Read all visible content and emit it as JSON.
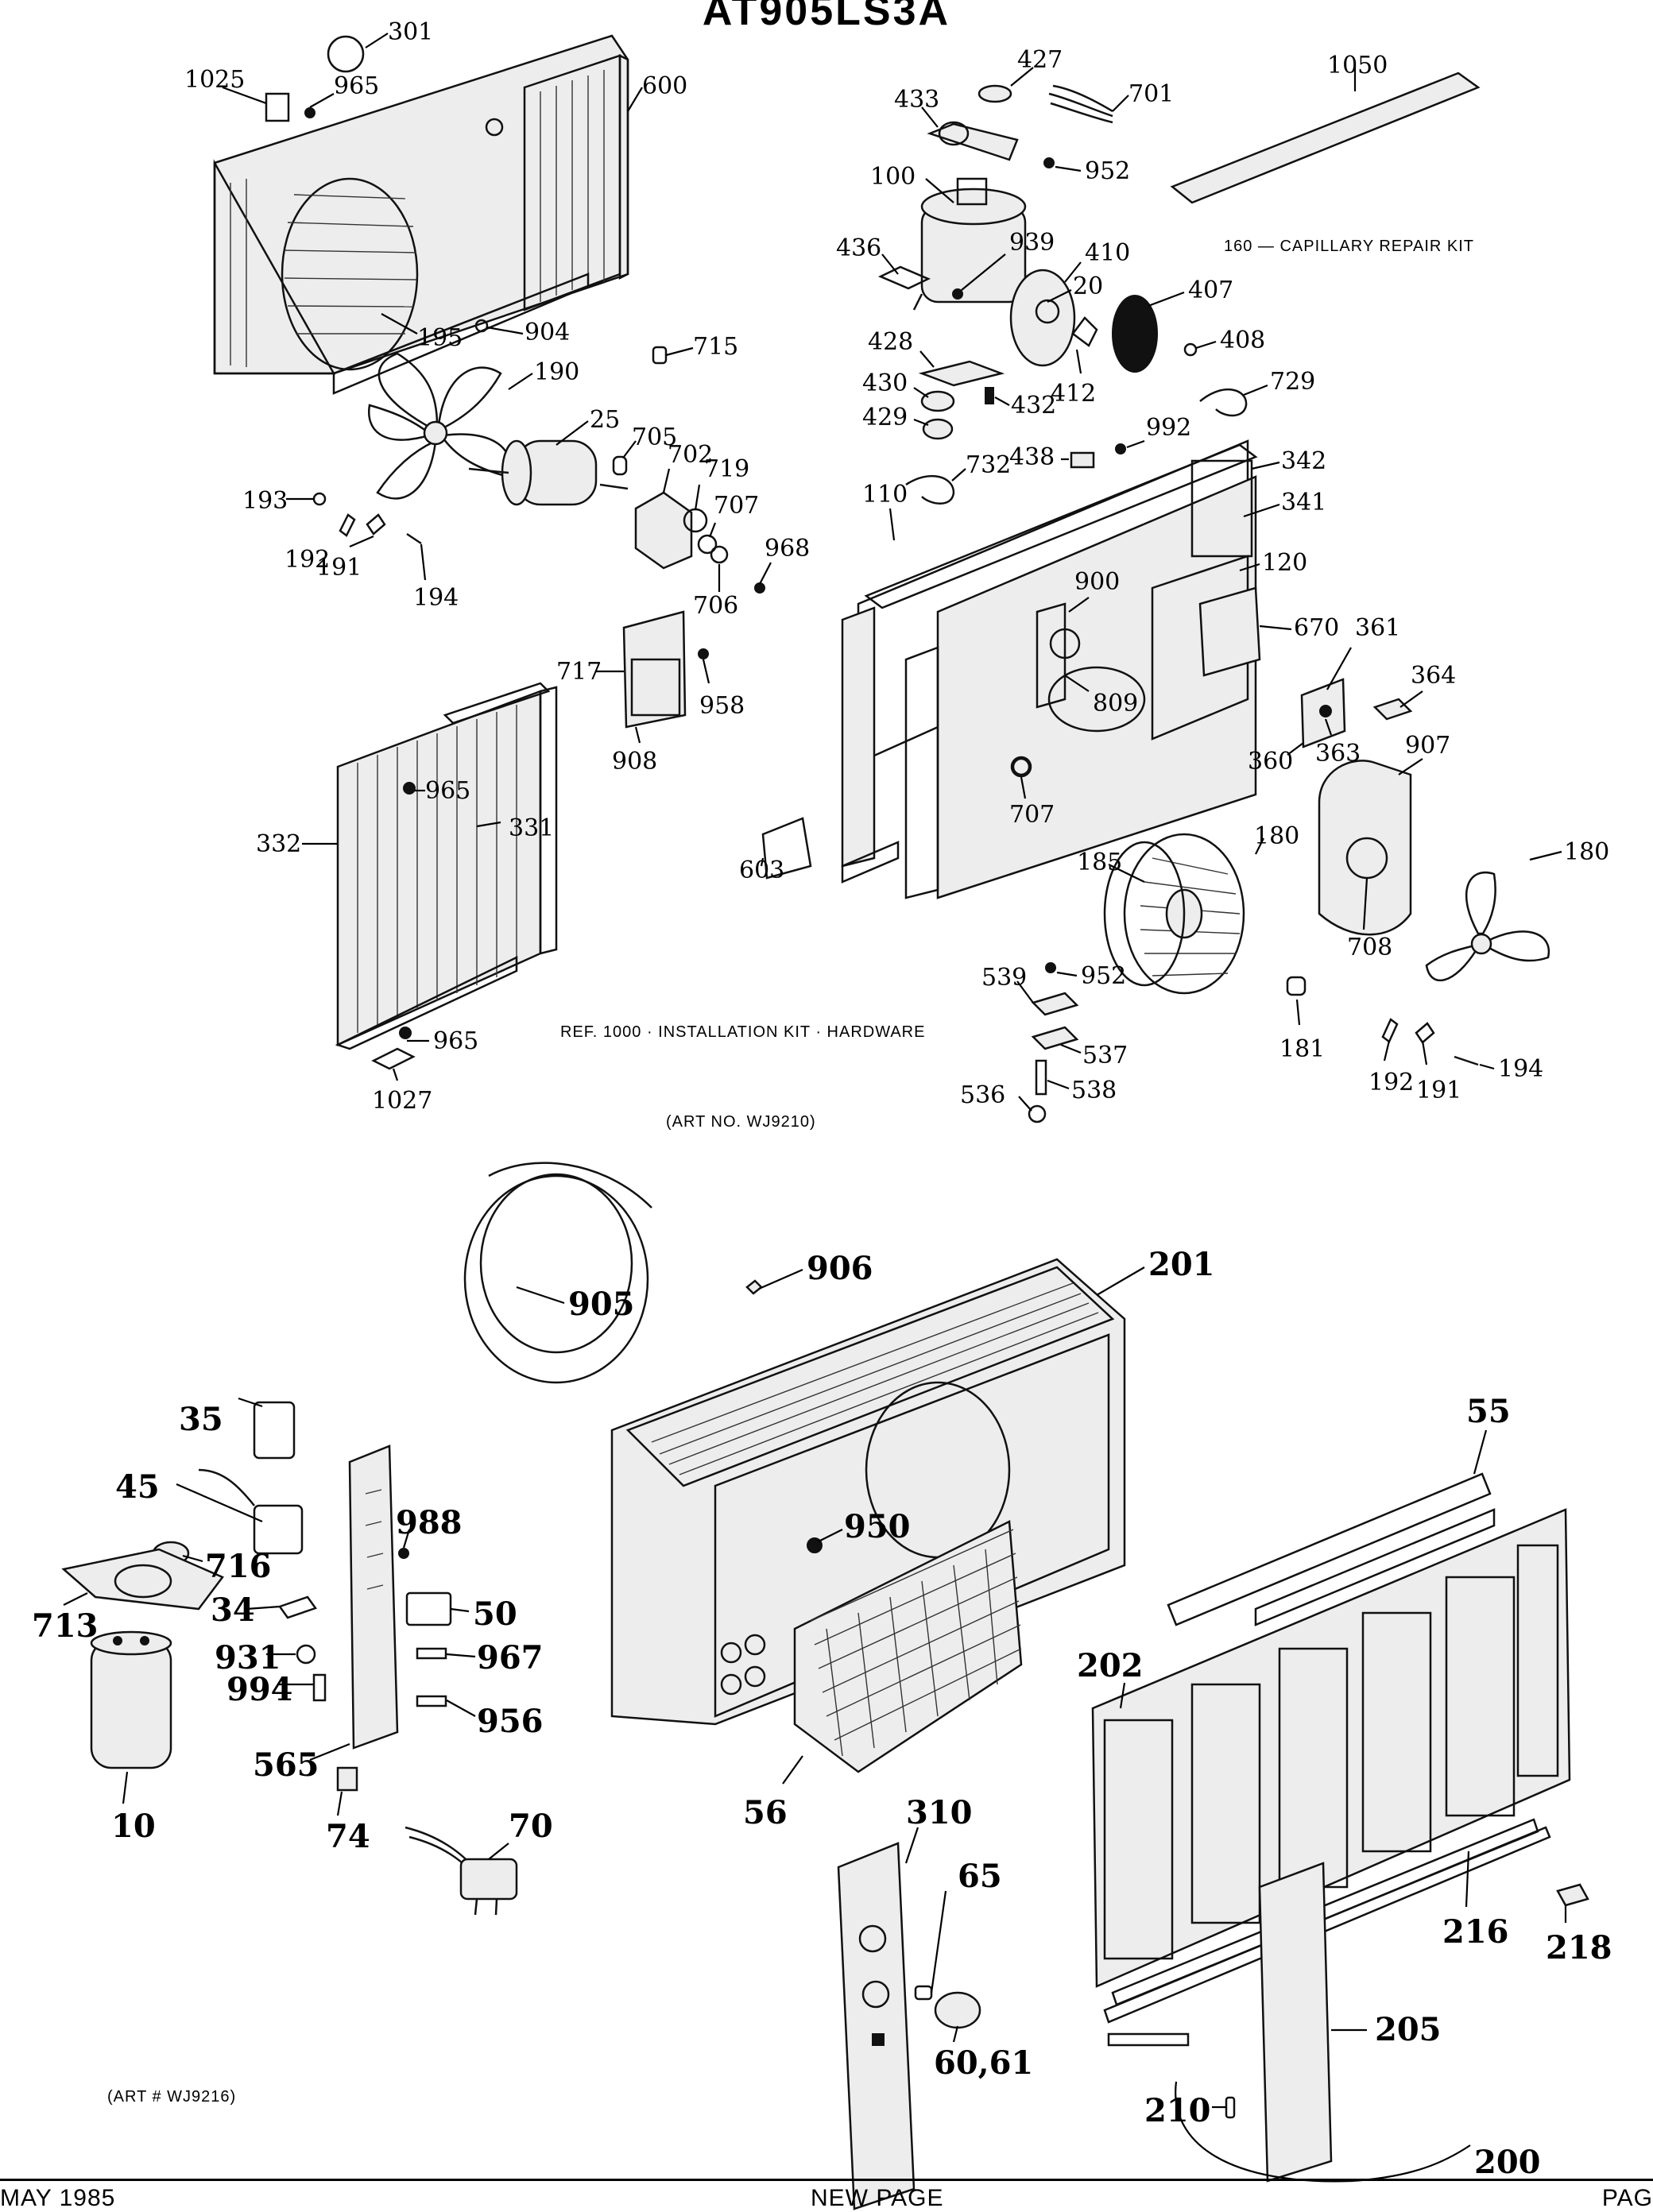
{
  "title": "AT905LS3A",
  "notes": {
    "capillary_kit": "160 — CAPILLARY REPAIR KIT",
    "installation_kit": "REF. 1000 · INSTALLATION KIT · HARDWARE",
    "art_top": "(ART NO. WJ9210)",
    "art_bottom": "(ART # WJ9216)"
  },
  "footer": {
    "date": "MAY 1985",
    "page_note": "NEW PAGE",
    "page": "PAG"
  },
  "part_labels": {
    "p301": "301",
    "p1025": "1025",
    "p965a": "965",
    "p600": "600",
    "p195": "195",
    "p904": "904",
    "p190": "190",
    "p25": "25",
    "p715": "715",
    "p705": "705",
    "p702": "702",
    "p719": "719",
    "p707a": "707",
    "p706": "706",
    "p193": "193",
    "p192a": "192",
    "p191a": "191",
    "p194a": "194",
    "p427": "427",
    "p433": "433",
    "p701": "701",
    "p952a": "952",
    "p100": "100",
    "p1050": "1050",
    "p436": "436",
    "p939": "939",
    "p410": "410",
    "p20": "20",
    "p407": "407",
    "p408": "408",
    "p428": "428",
    "p430": "430",
    "p432": "432",
    "p412": "412",
    "p429": "429",
    "p729": "729",
    "p992": "992",
    "p438": "438",
    "p732": "732",
    "p342": "342",
    "p110": "110",
    "p341": "341",
    "p120": "120",
    "p968": "968",
    "p900": "900",
    "p670": "670",
    "p361": "361",
    "p364": "364",
    "p809": "809",
    "p360": "360",
    "p363": "363",
    "p907": "907",
    "p717": "717",
    "p958": "958",
    "p908": "908",
    "p707b": "707",
    "p603": "603",
    "p965b": "965",
    "p332": "332",
    "p331": "331",
    "p185": "185",
    "p180a": "180",
    "p180b": "180",
    "p708": "708",
    "p539": "539",
    "p952b": "952",
    "p537": "537",
    "p538": "538",
    "p536": "536",
    "p181": "181",
    "p192b": "192",
    "p191b": "191",
    "p194b": "194",
    "p965c": "965",
    "p1027": "1027",
    "p906": "906",
    "p201": "201",
    "p905": "905",
    "p35": "35",
    "p55": "55",
    "p45": "45",
    "p988": "988",
    "p950": "950",
    "p716": "716",
    "p713": "713",
    "p34": "34",
    "p50": "50",
    "p931": "931",
    "p967": "967",
    "p994": "994",
    "p956": "956",
    "p202": "202",
    "p565": "565",
    "p10": "10",
    "p74": "74",
    "p70": "70",
    "p56": "56",
    "p310": "310",
    "p65": "65",
    "p6061": "60,61",
    "p216": "216",
    "p218": "218",
    "p205": "205",
    "p210": "210",
    "p200": "200"
  }
}
